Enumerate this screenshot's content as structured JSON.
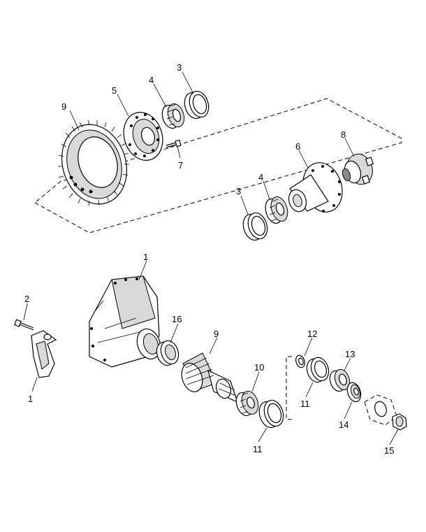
{
  "callouts": {
    "c9_top": "9",
    "c5": "5",
    "c4_top": "4",
    "c3_top": "3",
    "c7": "7",
    "c6": "6",
    "c8": "8",
    "c3_right": "3",
    "c4_right": "4",
    "c1_housing": "1",
    "c2": "2",
    "c1_bracket": "1",
    "c16": "16",
    "c9_pinion": "9",
    "c10": "10",
    "c11_lower": "11",
    "c12": "12",
    "c11_right": "11",
    "c13": "13",
    "c14": "14",
    "c15": "15"
  }
}
